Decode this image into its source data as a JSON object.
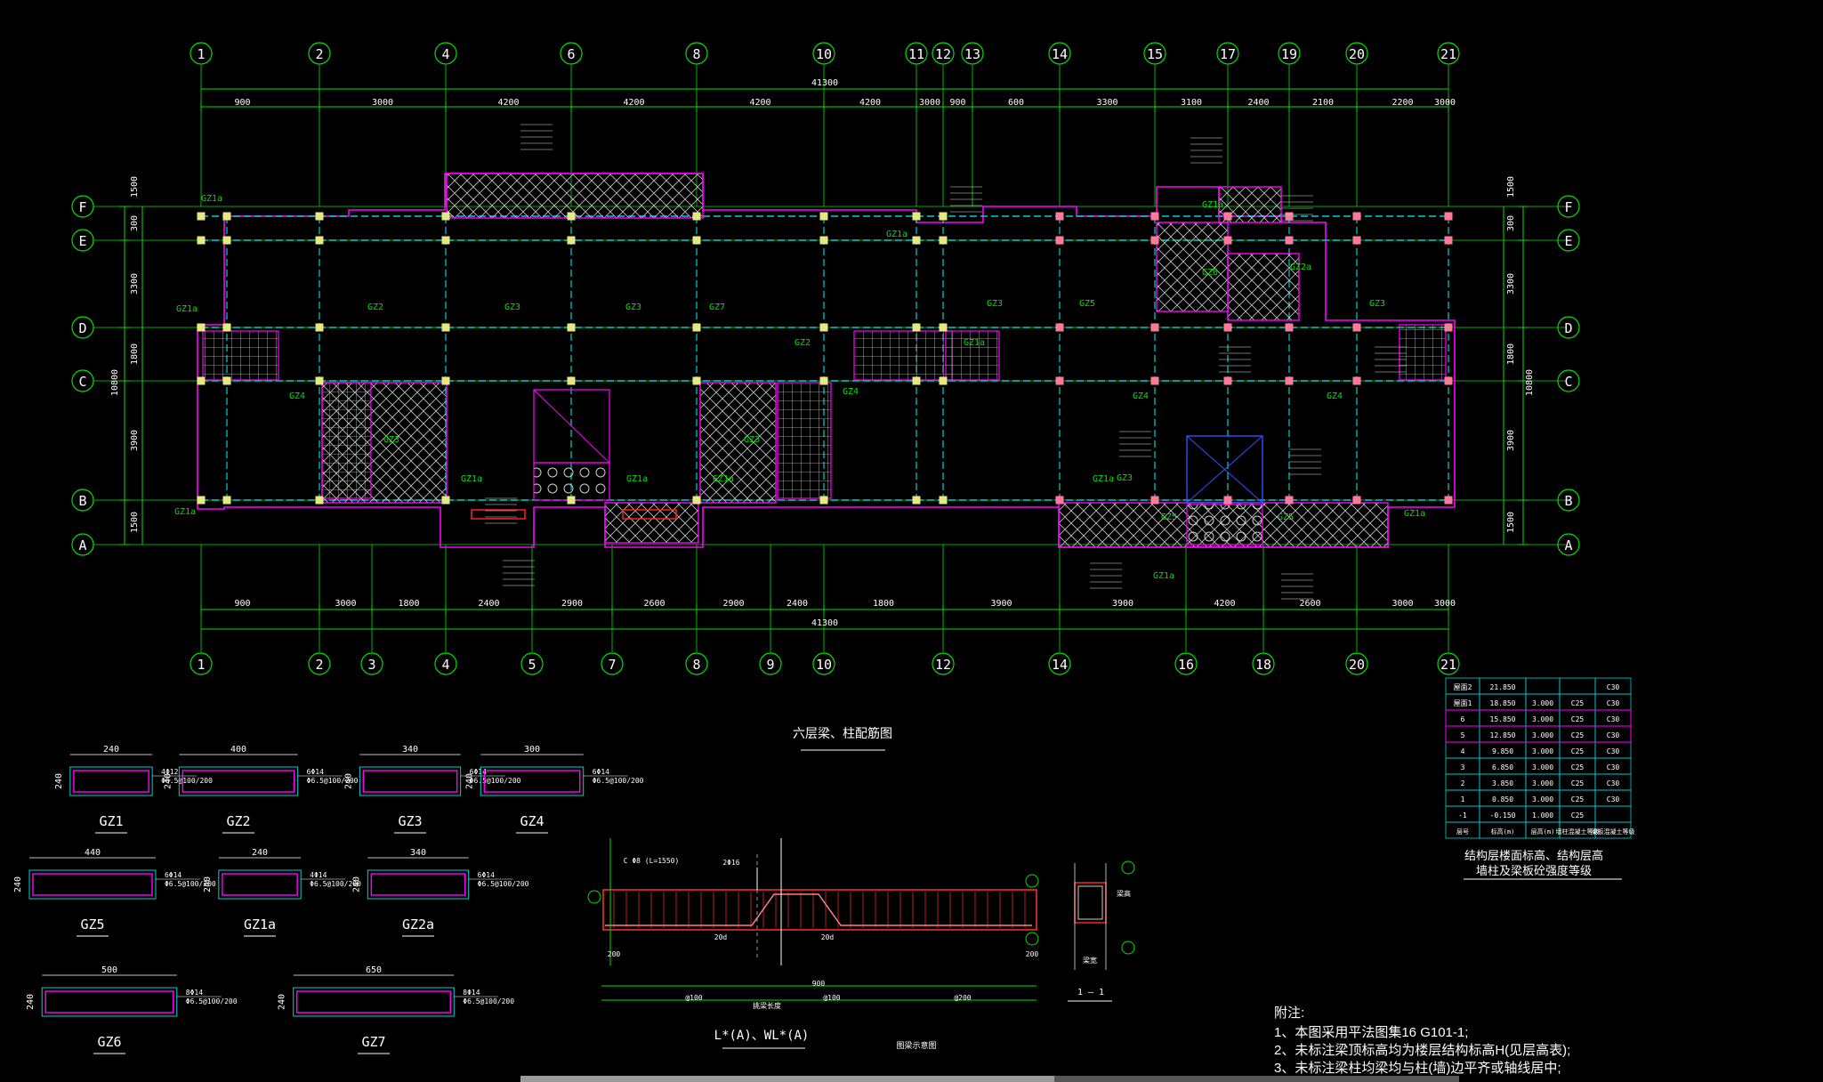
{
  "drawing": {
    "title": "六层梁、柱配筋图",
    "top_axes": [
      "1",
      "2",
      "4",
      "6",
      "8",
      "10",
      "11",
      "12",
      "13",
      "14",
      "15",
      "17",
      "19",
      "20",
      "21"
    ],
    "bottom_axes": [
      "1",
      "2",
      "3",
      "4",
      "5",
      "7",
      "8",
      "9",
      "10",
      "12",
      "14",
      "16",
      "18",
      "20",
      "21"
    ],
    "row_axes": [
      "F",
      "E",
      "D",
      "C",
      "B",
      "A"
    ],
    "total_dim": "41300",
    "top_dims": [
      "900",
      "3000",
      "4200",
      "4200",
      "4200",
      "4200",
      "3000",
      "900",
      "600",
      "3300",
      "3100",
      "2400",
      "2100",
      "2200",
      "3000"
    ],
    "bottom_dims": [
      "900",
      "3000",
      "1800",
      "2400",
      "2900",
      "2600",
      "2900",
      "2400",
      "1800",
      "3900",
      "3900",
      "4200",
      "2600",
      "3000",
      "3000"
    ],
    "left_dims": [
      "1500",
      "300",
      "3300",
      "1800",
      "3900",
      "1500"
    ],
    "right_dims": [
      "1500",
      "300",
      "3300",
      "1800",
      "3900",
      "1500"
    ],
    "total_depth": "10800",
    "plan_tags": [
      "GZ1a",
      "GZ1a",
      "GZ1a",
      "GZ2",
      "GZ3",
      "GZ3",
      "GZ7",
      "GZ2",
      "GZ1a",
      "GZ1a",
      "GZ3",
      "GZ5",
      "GZ3",
      "GZ1a",
      "GZ1a",
      "GZ4",
      "GZ3",
      "GZ3",
      "GZ4",
      "GZ1a",
      "GZ1a",
      "GZ1a",
      "GZ3",
      "GZ4",
      "GZ4",
      "GZ1a",
      "GZ5",
      "GZ5",
      "GZ1a",
      "GZ6",
      "GZ2a"
    ]
  },
  "columns": [
    {
      "name": "GZ1",
      "width": "240",
      "depth": "240",
      "stirrup": "4Φ12",
      "tie": "Φ6.5@100/200"
    },
    {
      "name": "GZ2",
      "width": "400",
      "depth": "240",
      "stirrup": "6Φ14",
      "tie": "Φ6.5@100/200"
    },
    {
      "name": "GZ3",
      "width": "340",
      "depth": "240",
      "stirrup": "6Φ14",
      "tie": "Φ6.5@100/200"
    },
    {
      "name": "GZ4",
      "width": "300",
      "depth": "240",
      "stirrup": "6Φ14",
      "tie": "Φ6.5@100/200"
    },
    {
      "name": "GZ5",
      "width": "440",
      "depth": "240",
      "stirrup": "6Φ14",
      "tie": "Φ6.5@100/200"
    },
    {
      "name": "GZ1a",
      "width": "240",
      "depth": "240",
      "stirrup": "4Φ14",
      "tie": "Φ6.5@100/200"
    },
    {
      "name": "GZ2a",
      "width": "340",
      "depth": "240",
      "stirrup": "6Φ14",
      "tie": "Φ6.5@100/200"
    },
    {
      "name": "GZ6",
      "width": "500",
      "depth": "240",
      "stirrup": "8Φ14",
      "tie": "Φ6.5@100/200"
    },
    {
      "name": "GZ7",
      "width": "650",
      "depth": "240",
      "stirrup": "8Φ14",
      "tie": "Φ6.5@100/200"
    }
  ],
  "detail": {
    "caption": "L*(A)、WL*(A)",
    "caption2": "图梁示意图",
    "section_caption": "1 — 1",
    "labels": [
      "2Φ16",
      "C Φ8 (L=1550)",
      "20d",
      "20d",
      "200",
      "900",
      "@100",
      "@100",
      "@200",
      "200",
      "挑梁长度",
      "梁宽",
      "梁高"
    ]
  },
  "table": {
    "header": [
      "层号",
      "标高(m)",
      "层高(m)",
      "墙柱混凝土等级",
      "梁板混凝土等级"
    ],
    "rows": [
      [
        "屋面2",
        "21.850",
        "",
        "",
        "C30"
      ],
      [
        "屋面1",
        "18.850",
        "3.000",
        "C25",
        "C30"
      ],
      [
        "6",
        "15.850",
        "3.000",
        "C25",
        "C30"
      ],
      [
        "5",
        "12.850",
        "3.000",
        "C25",
        "C30"
      ],
      [
        "4",
        "9.850",
        "3.000",
        "C25",
        "C30"
      ],
      [
        "3",
        "6.850",
        "3.000",
        "C25",
        "C30"
      ],
      [
        "2",
        "3.850",
        "3.000",
        "C25",
        "C30"
      ],
      [
        "1",
        "0.850",
        "3.000",
        "C25",
        "C30"
      ],
      [
        "-1",
        "-0.150",
        "1.000",
        "C25",
        ""
      ]
    ],
    "caption1": "结构层楼面标高、结构层高",
    "caption2": "墙柱及梁板砼强度等级"
  },
  "notes": {
    "title": "附注:",
    "items": [
      "1、本图采用平法图集16 G101-1;",
      "2、未标注梁顶标高均为楼层结构标高H(见层高表);",
      "3、未标注梁柱均梁均与柱(墙)边平齐或轴线居中;"
    ]
  },
  "colors": {
    "green": "#00e000",
    "magenta": "#ff00ff",
    "white": "#ffffff",
    "cyan": "#00d0d0",
    "yellow": "#ffff00",
    "red": "#ff2020",
    "blue": "#3050ff",
    "gray": "#808080"
  }
}
